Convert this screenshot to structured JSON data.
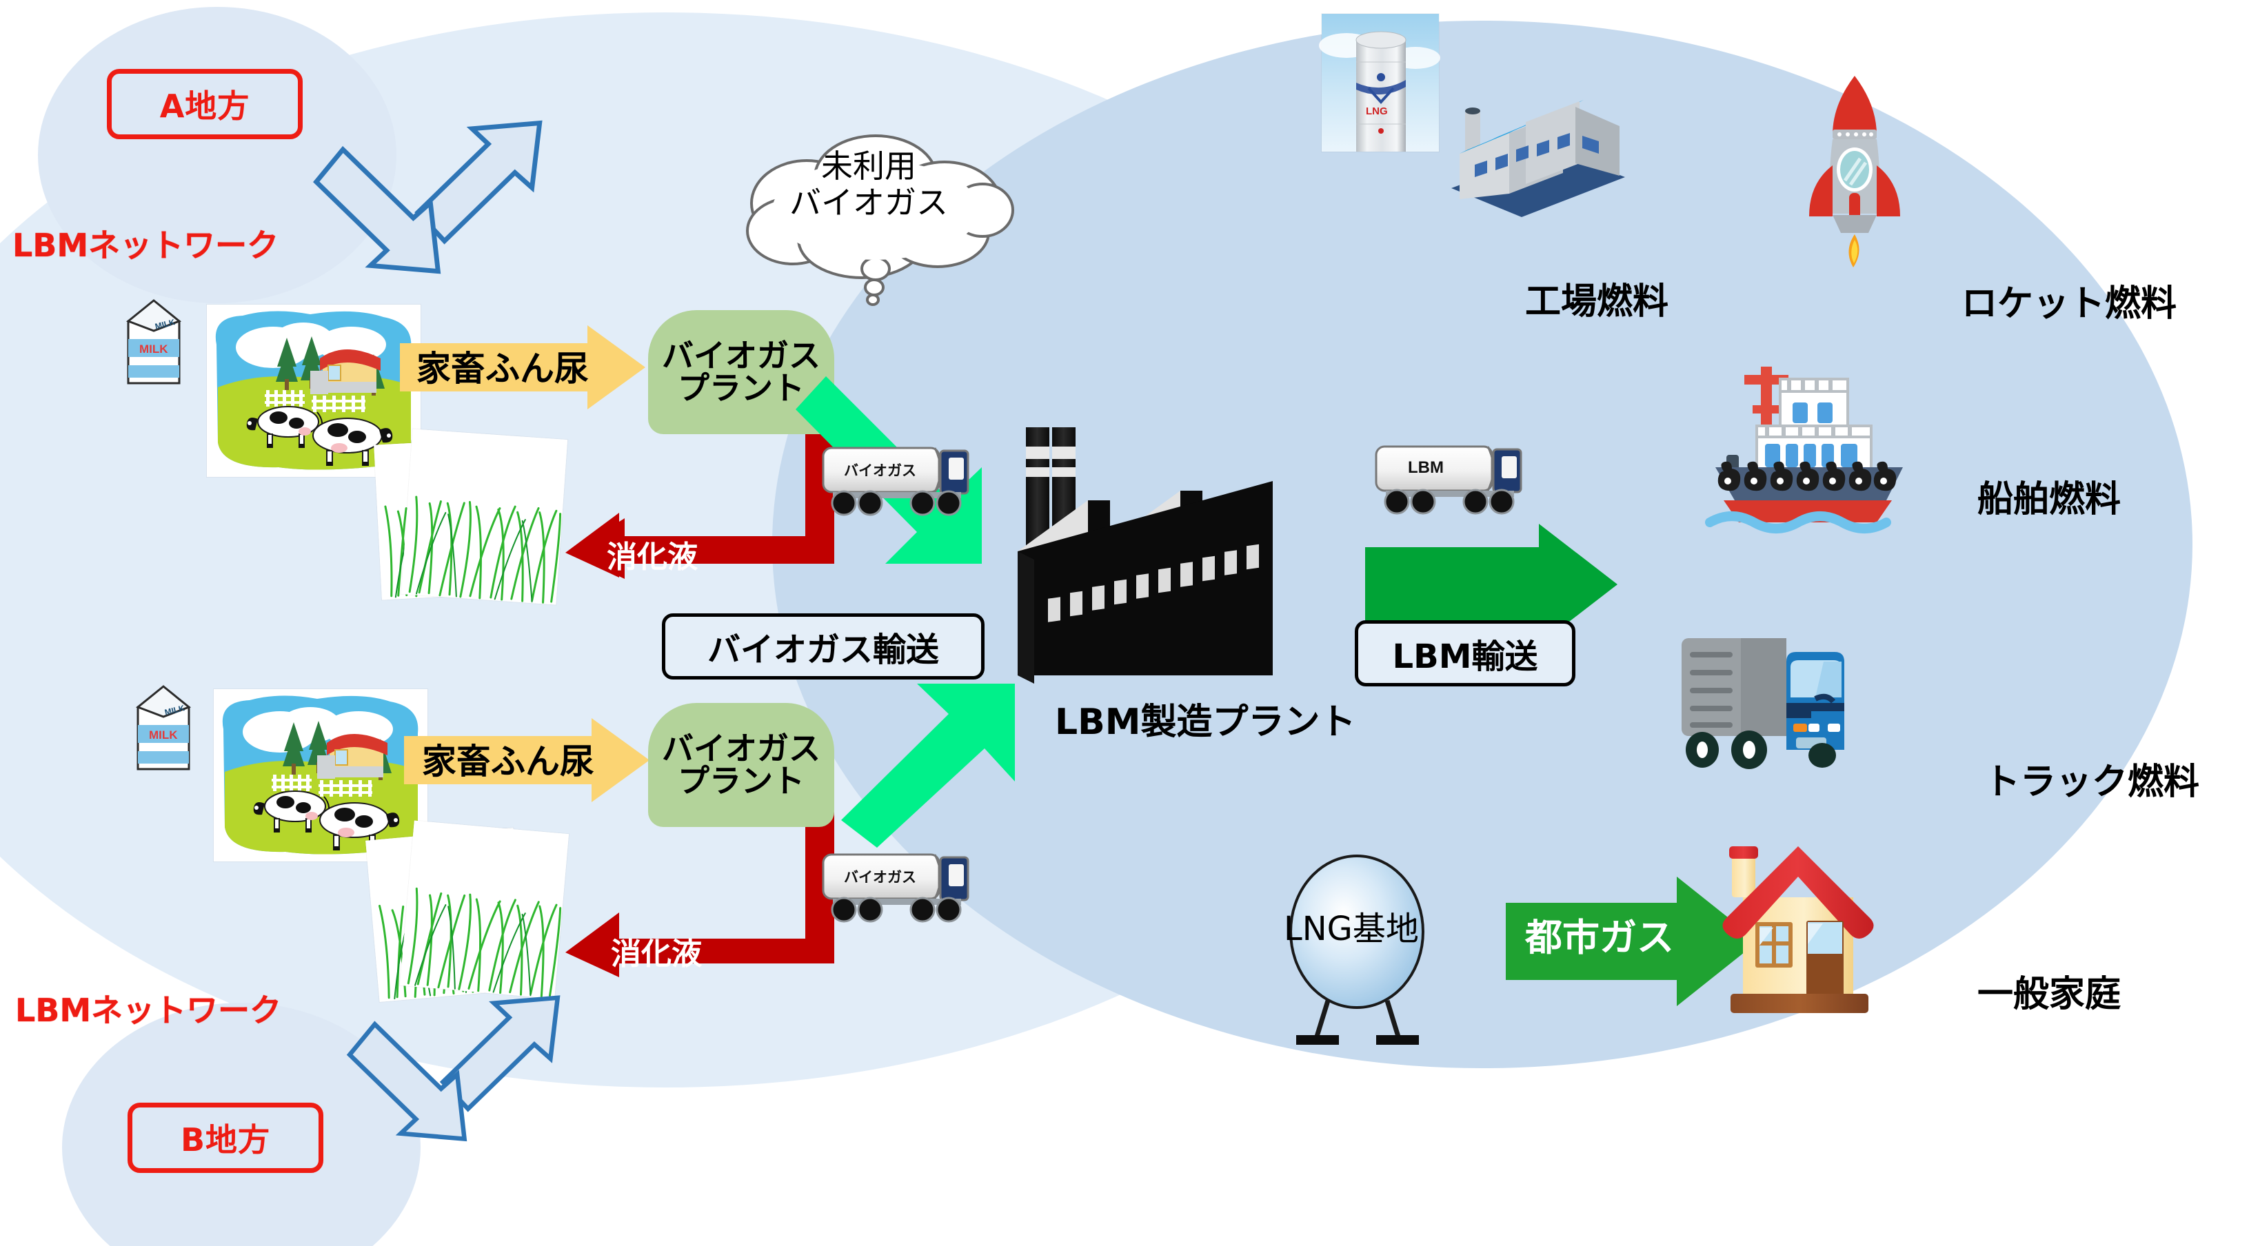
{
  "diagram": {
    "title": "LBM network liquefied biomethane supply chain diagram",
    "colors": {
      "ellipse_left": "#e2edf8",
      "ellipse_right": "#c6daee",
      "region_red": "#ee1c13",
      "manure_arrow": "#fbd473",
      "digestate_arrow": "#c00000",
      "biogas_arrow": "#00f08a",
      "lbm_arrow": "#00a336",
      "city_gas_arrow": "#00a336",
      "network_arrow_outline": "#2e75b6",
      "plant_green": "#b3d39a"
    }
  },
  "regions": {
    "a": {
      "label": "A地方",
      "network_label": "LBMネットワーク"
    },
    "b": {
      "label": "B地方",
      "network_label": "LBMネットワーク"
    }
  },
  "thought_bubble": {
    "line1": "未利用",
    "line2": "バイオガス"
  },
  "flows": {
    "manure": "家畜ふん尿",
    "digestate": "消化液",
    "biogas_transport": "バイオガス輸送",
    "lbm_transport": "LBM輸送",
    "city_gas": "都市ガス"
  },
  "nodes": {
    "biogas_plant": {
      "line1": "バイオガス",
      "line2": "プラント"
    },
    "lbm_plant": "LBM製造プラント",
    "lng_base": "LNG基地"
  },
  "trucks": {
    "biogas_tanker_label": "バイオガス",
    "lbm_tanker_label": "LBM"
  },
  "milk_carton": {
    "label": "MILK"
  },
  "lng_tank_photo": {
    "label": "LNG"
  },
  "destinations": [
    {
      "id": "factory",
      "label": "工場燃料",
      "icon": "factory-icon"
    },
    {
      "id": "rocket",
      "label": "ロケット燃料",
      "icon": "rocket-icon"
    },
    {
      "id": "ship",
      "label": "船舶燃料",
      "icon": "ship-icon"
    },
    {
      "id": "truck",
      "label": "トラック燃料",
      "icon": "truck-icon"
    },
    {
      "id": "household",
      "label": "一般家庭",
      "icon": "house-icon"
    }
  ]
}
